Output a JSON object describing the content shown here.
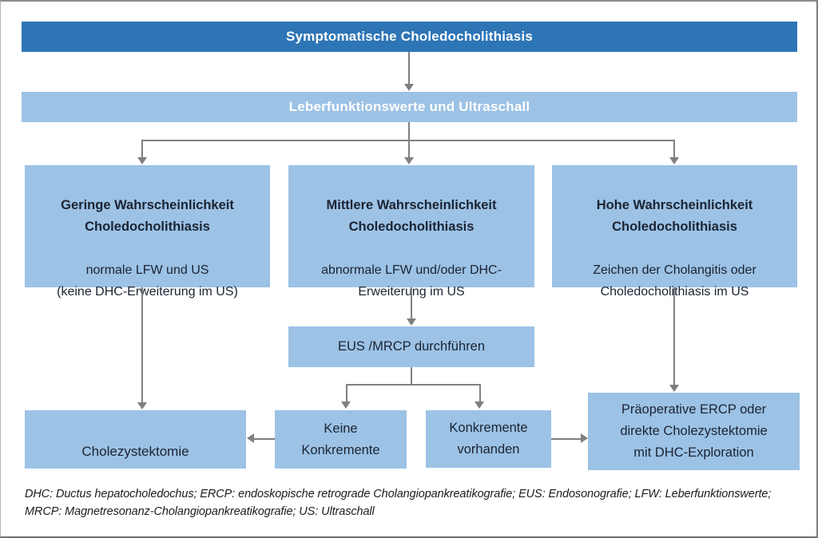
{
  "colors": {
    "header_blue": "#2E75B6",
    "box_blue": "#9CC2E5",
    "arrow_gray": "#7F7F7F",
    "text_dark": "#1b2433",
    "bar_text": "#FFFFFF",
    "frame_gray": "#8a8a8a"
  },
  "flowchart": {
    "title_bar": {
      "label": "Symptomatische Choledocholithiasis"
    },
    "assessment_bar": {
      "label": "Leberfunktionswerte und Ultraschall"
    },
    "probability_boxes": [
      {
        "title": "Geringe Wahrscheinlichkeit\nCholedocholithiasis",
        "detail": "normale LFW und US\n(keine DHC-Erweiterung im US)"
      },
      {
        "title": "Mittlere Wahrscheinlichkeit\nCholedocholithiasis",
        "detail": "abnormale LFW und/oder DHC-\nErweiterung im US"
      },
      {
        "title": "Hohe Wahrscheinlichkeit\nCholedocholithiasis",
        "detail": "Zeichen der Cholangitis oder\nCholedocholithiasis im US"
      }
    ],
    "procedure_box": {
      "label": "EUS /MRCP durchführen"
    },
    "outcomes": {
      "cholecystectomy": {
        "label": "Cholezystektomie"
      },
      "no_stones": {
        "label": "Keine\nKonkremente"
      },
      "stones_present": {
        "label": "Konkremente\nvorhanden"
      },
      "preoperative_ercp": {
        "label": "Präoperative ERCP oder\ndirekte Cholezystektomie\nmit DHC-Exploration"
      }
    },
    "legend": {
      "text": "DHC: Ductus hepatocholedochus; ERCP: endoskopische retrograde Cholangiopankreatikografie; EUS: Endosonografie; LFW: Leberfunktionswerte;\nMRCP: Magnetresonanz-Cholangiopankreatikografie; US: Ultraschall"
    }
  }
}
